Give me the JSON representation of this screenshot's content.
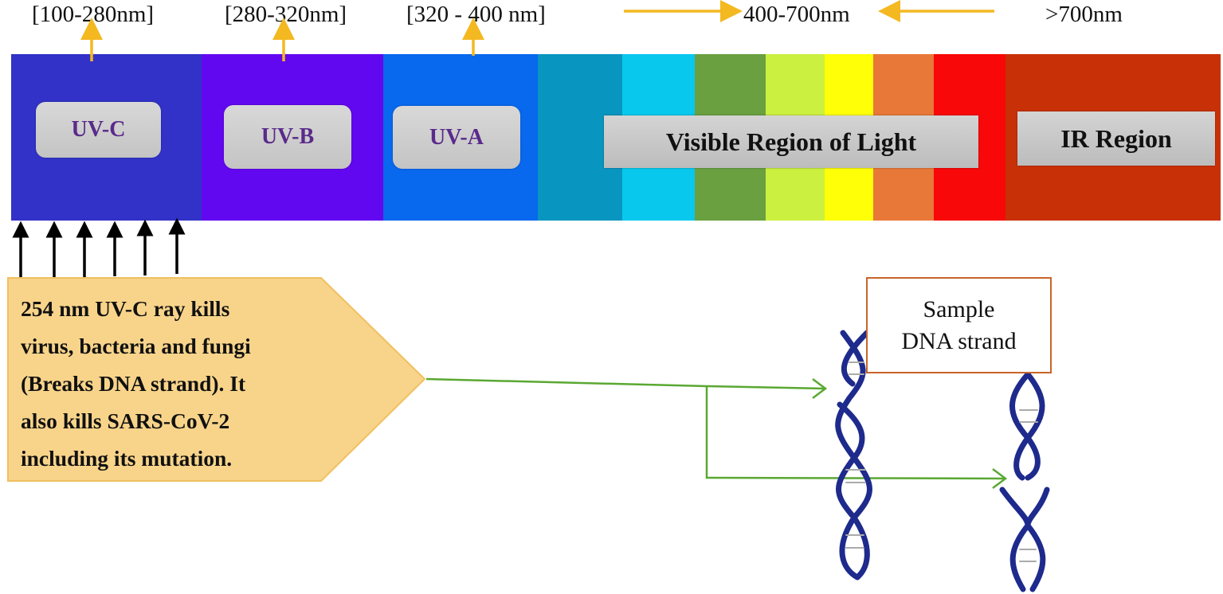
{
  "ranges": [
    {
      "label": "[100-280nm]"
    },
    {
      "label": "[280-320nm]"
    },
    {
      "label": "[320 - 400 nm]"
    },
    {
      "label": "400-700nm"
    },
    {
      "label": ">700nm"
    }
  ],
  "spectrum": {
    "bands": [
      {
        "name": "uv-c",
        "color": "#3232c8"
      },
      {
        "name": "uv-b",
        "color": "#6208f0"
      },
      {
        "name": "uv-a",
        "color": "#0868ee"
      },
      {
        "name": "violet-blue",
        "color": "#0896c0"
      },
      {
        "name": "cyan",
        "color": "#08c8ee"
      },
      {
        "name": "green",
        "color": "#6aa040"
      },
      {
        "name": "lime",
        "color": "#ccf040"
      },
      {
        "name": "yellow",
        "color": "#ffff08"
      },
      {
        "name": "orange",
        "color": "#e87838"
      },
      {
        "name": "red",
        "color": "#f80808"
      },
      {
        "name": "infrared",
        "color": "#c83008"
      }
    ],
    "labels": {
      "uvc": "UV-C",
      "uvb": "UV-B",
      "uva": "UV-A",
      "visible": "Visible Region of Light",
      "ir": "IR Region"
    }
  },
  "callout": {
    "lines": [
      "254 nm UV-C ray kills",
      "virus, bacteria and fungi",
      "(Breaks DNA strand). It",
      "also kills SARS-CoV-2",
      "including its mutation."
    ],
    "fill": "#f8d48a",
    "border": "#f0c060"
  },
  "sample": {
    "line1": "Sample",
    "line2": "DNA strand"
  },
  "colors": {
    "range_arrow": "#f4b820",
    "connector": "#5aa832",
    "dna": "#1e2a8c",
    "uv_ray": "#000000"
  }
}
